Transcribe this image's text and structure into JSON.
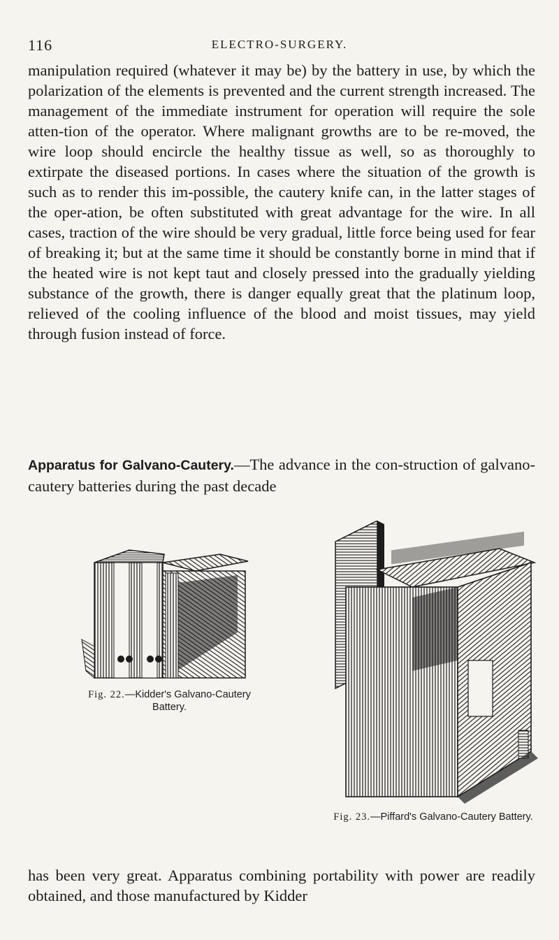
{
  "header": {
    "page_number": "116",
    "running_head": "ELECTRO-SURGERY."
  },
  "paragraphs": {
    "p1": "manipulation required (whatever it may be) by the battery in use, by which the polarization of the elements is prevented and the current strength increased. The management of the immediate instrument for operation will require the sole atten-tion of the operator. Where malignant growths are to be re-moved, the wire loop should encircle the healthy tissue as well, so as thoroughly to extirpate the diseased portions. In cases where the situation of the growth is such as to render this im-possible, the cautery knife can, in the latter stages of the oper-ation, be often substituted with great advantage for the wire. In all cases, traction of the wire should be very gradual, little force being used for fear of breaking it; but at the same time it should be constantly borne in mind that if the heated wire is not kept taut and closely pressed into the gradually yielding substance of the growth, there is danger equally great that the platinum loop, relieved of the cooling influence of the blood and moist tissues, may yield through fusion instead of force.",
    "p2_heading": "Apparatus for Galvano-Cautery.",
    "p2_text": "—The advance in the con-struction of galvano-cautery batteries during the past decade",
    "p3": "has been very great. Apparatus combining portability with power are readily obtained, and those manufactured by Kidder"
  },
  "figures": {
    "fig22": {
      "label": "Fig. 22.",
      "caption": "—Kidder's Galvano-Cautery Battery."
    },
    "fig23": {
      "label": "Fig. 23.",
      "caption": "—Piffard's Galvano-Cautery Battery."
    }
  },
  "colors": {
    "paper": "#f6f4ef",
    "ink": "#1c1c1c"
  }
}
